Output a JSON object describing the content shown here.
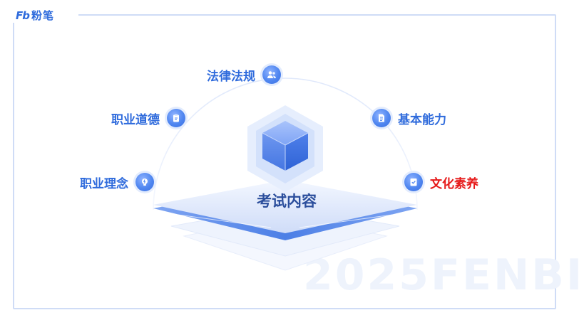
{
  "brand": {
    "mark": "Fb",
    "name": "粉笔"
  },
  "center": {
    "title": "考试内容"
  },
  "items": [
    {
      "label": "法律法规",
      "icon": "users-icon",
      "highlight": false
    },
    {
      "label": "职业道德",
      "icon": "clipboard-icon",
      "highlight": false
    },
    {
      "label": "基本能力",
      "icon": "document-icon",
      "highlight": false
    },
    {
      "label": "职业理念",
      "icon": "lightbulb-icon",
      "highlight": false
    },
    {
      "label": "文化素养",
      "icon": "book-check-icon",
      "highlight": true
    }
  ],
  "watermark": "2025FENBI",
  "colors": {
    "primary": "#2f6bdc",
    "highlight": "#e61919",
    "frame": "#cfdcf6"
  }
}
